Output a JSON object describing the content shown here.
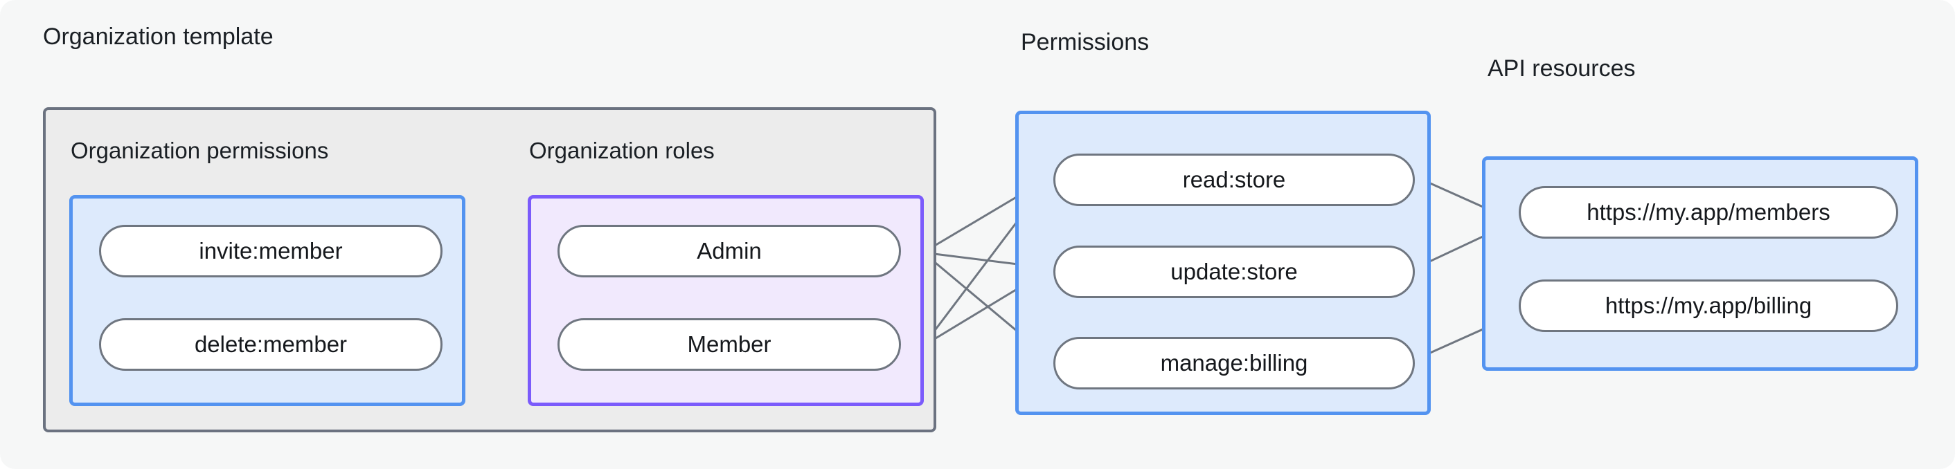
{
  "page": {
    "background": "#f6f7f7",
    "accent_blue": "#5393f0",
    "accent_purple": "#7b5bfb",
    "container_gray": "#6b7280",
    "edge_color": "#6f7680"
  },
  "captions": {
    "organization_template": "Organization template",
    "permissions": "Permissions",
    "api_resources": "API resources",
    "organization_permissions": "Organization permissions",
    "organization_roles": "Organization roles"
  },
  "groups": {
    "organization_permissions": {
      "label": "Organization permissions",
      "nodes": [
        {
          "id": "invite-member",
          "label": "invite:member"
        },
        {
          "id": "delete-member",
          "label": "delete:member"
        }
      ]
    },
    "organization_roles": {
      "label": "Organization roles",
      "nodes": [
        {
          "id": "admin",
          "label": "Admin"
        },
        {
          "id": "member",
          "label": "Member"
        }
      ]
    },
    "permissions": {
      "label": "Permissions",
      "nodes": [
        {
          "id": "read-store",
          "label": "read:store"
        },
        {
          "id": "update-store",
          "label": "update:store"
        },
        {
          "id": "manage-billing",
          "label": "manage:billing"
        }
      ]
    },
    "api_resources": {
      "label": "API resources",
      "nodes": [
        {
          "id": "members-url",
          "label": "https://my.app/members"
        },
        {
          "id": "billing-url",
          "label": "https://my.app/billing"
        }
      ]
    }
  },
  "edges": [
    {
      "from": "invite-member",
      "to": "admin"
    },
    {
      "from": "invite-member",
      "to": "member"
    },
    {
      "from": "delete-member",
      "to": "member"
    },
    {
      "from": "admin",
      "to": "read-store"
    },
    {
      "from": "admin",
      "to": "update-store"
    },
    {
      "from": "admin",
      "to": "manage-billing"
    },
    {
      "from": "member",
      "to": "read-store"
    },
    {
      "from": "member",
      "to": "update-store"
    },
    {
      "from": "read-store",
      "to": "members-url"
    },
    {
      "from": "update-store",
      "to": "members-url"
    },
    {
      "from": "manage-billing",
      "to": "billing-url"
    }
  ]
}
